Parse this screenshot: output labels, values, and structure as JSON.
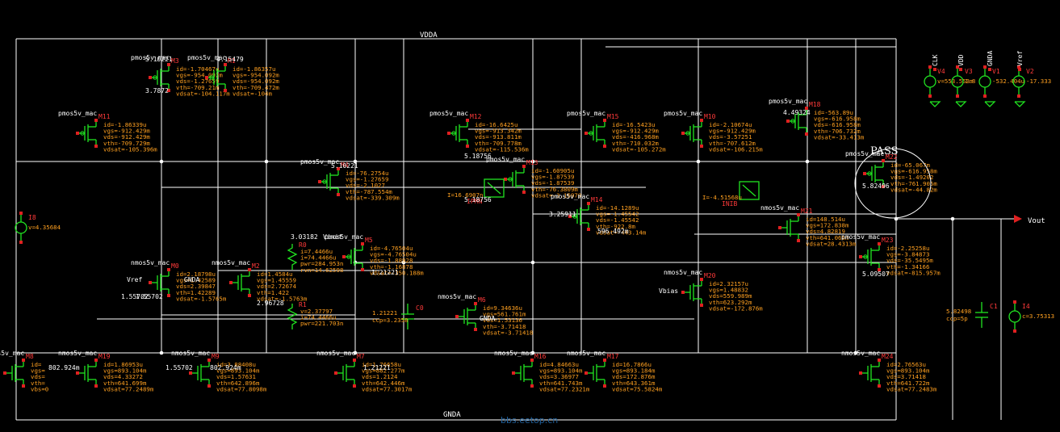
{
  "nets": {
    "supply": "VDDA",
    "ground": "GNDA",
    "output": "Vout",
    "pass_label": "PASS",
    "watermark": "bbs.eetop.cn"
  },
  "transistors": [
    {
      "inst": "M3",
      "model": "pmos5v_mac",
      "ops": [
        "id=-1.70467u",
        "vgs=-954.092m",
        "vds=-1.27659",
        "vth=-709.21m",
        "vdsat=-104.117m"
      ]
    },
    {
      "inst": "M1",
      "model": "pmos5v_mac",
      "ops": [
        "id=-1.86357u",
        "vgs=-954.092m",
        "vds=-954.092m",
        "vth=-709.472m",
        "vdsat=-104m"
      ]
    },
    {
      "inst": "M11",
      "model": "pmos5v_mac",
      "ops": [
        "id=-1.86339u",
        "vgs=-912.429m",
        "vds=-912.429m",
        "vth=-709.729m",
        "vdsat=-105.396m"
      ]
    },
    {
      "inst": "M12",
      "model": "pmos5v_mac",
      "ops": [
        "id=-16.6425u",
        "vgs=-913.342m",
        "vds=-913.811m",
        "vth=-709.778m",
        "vdsat=-115.536m"
      ]
    },
    {
      "inst": "M15",
      "model": "pmos5v_mac",
      "ops": [
        "id=-16.5423u",
        "vgs=-912.429m",
        "vds=-416.968m",
        "vth=-710.032m",
        "vdsat=-105.272m"
      ]
    },
    {
      "inst": "M10",
      "model": "pmos5v_mac",
      "ops": [
        "id=-2.10674u",
        "vgs=-912.429m",
        "vds=-3.57251",
        "vth=-707.612m",
        "vdsat=-106.215m"
      ]
    },
    {
      "inst": "M18",
      "model": "pmos5v_mac",
      "ops": [
        "id=-563.89u",
        "vgs=-616.958m",
        "vds=-616.958m",
        "vth=-706.732m",
        "vdsat=-33.413m"
      ]
    },
    {
      "inst": "M22",
      "model": "pmos5v_mac",
      "ops": [
        "id=-65.067m",
        "vgs=-616.958m",
        "vds=-1.49202",
        "vth=-761.905m",
        "vdsat=-44.82m"
      ]
    },
    {
      "inst": "M4",
      "model": "pmos5v_mac",
      "ops": [
        "id=-76.2754u",
        "vgs=-1.27659",
        "vds=-2.1027",
        "vth=-787.554m",
        "vdsat=-339.309m"
      ]
    },
    {
      "inst": "M13",
      "model": "pmos5v_mac",
      "ops": [
        "id=-1.60905u",
        "vgs=-1.87539",
        "vds=-1.87539",
        "vth=-76.3809m",
        "vdsat=-3.15979"
      ]
    },
    {
      "inst": "M5",
      "model": "pmos5v_mac",
      "ops": [
        "id=-4.76504u",
        "vgs=-4.76504u",
        "vds=-1.88928",
        "vth=-1.16878",
        "vdsat=-350.188m"
      ]
    },
    {
      "inst": "M14",
      "model": "pmos5v_mac",
      "ops": [
        "id=-14.1289u",
        "vgs=-1.45542",
        "vds=-1.45542",
        "vth=-922.8m",
        "vdsat=-443.14m"
      ]
    },
    {
      "inst": "M21",
      "model": "nmos5v_mac",
      "ops": [
        "id=148.514u",
        "vgs=172.838m",
        "vds=4.82819",
        "vth=641.066m",
        "vdsat=28.4313m"
      ]
    },
    {
      "inst": "M23",
      "model": "pmos5v_mac",
      "ops": [
        "id=-2.25258u",
        "vgs=-3.84873",
        "vds=-35.5495m",
        "vth=-1.34166",
        "vdsat=-815.957m"
      ]
    },
    {
      "inst": "M0",
      "model": "nmos5v_mac",
      "ops": [
        "id=2.18798u",
        "vgs=1.42589",
        "vds=2.39847",
        "vth=1.42289",
        "vdsat=-1.5765m"
      ]
    },
    {
      "inst": "M2",
      "model": "nmos5v_mac",
      "ops": [
        "id=1.4584u",
        "vgs=1.45559",
        "vds=2.72674",
        "vth=1.422",
        "vdsat=-1.5763m"
      ]
    },
    {
      "inst": "M6",
      "model": "nmos5v_mac",
      "ops": [
        "id=9.34636u",
        "vgs=561.761m",
        "vds=1.53136",
        "vth=-3.71418",
        "vdsat=-3.71418"
      ]
    },
    {
      "inst": "M20",
      "model": "nmos5v_mac",
      "ops": [
        "id=2.32157u",
        "vgs=1.48832",
        "vds=559.989m",
        "vth=623.292m",
        "vdsat=-172.876m"
      ]
    },
    {
      "inst": "M8",
      "model": "nmos5v_mac",
      "ops": [
        "id=",
        "vgs=",
        "vds=",
        "vth=",
        "vbs=0"
      ]
    },
    {
      "inst": "M19",
      "model": "nmos5v_mac",
      "ops": [
        "id=1.86953u",
        "vgs=893.104m",
        "vds=4.33272",
        "vth=641.699m",
        "vdsat=77.2489m"
      ]
    },
    {
      "inst": "M9",
      "model": "nmos5v_mac",
      "ops": [
        "id=3.88408u",
        "vgs=893.104m",
        "vds=1.57631",
        "vth=642.896m",
        "vdsat=77.8098m"
      ]
    },
    {
      "inst": "M7",
      "model": "nmos5v_mac",
      "ops": [
        "id=1.76658u",
        "vgs=882.277m",
        "vds=1.2124",
        "vth=642.446m",
        "vdsat=77.3017m"
      ]
    },
    {
      "inst": "M16",
      "model": "nmos5v_mac",
      "ops": [
        "id=4.84663u",
        "vgs=893.104m",
        "vds=3.36977",
        "vth=641.743m",
        "vdsat=77.2321m"
      ]
    },
    {
      "inst": "M17",
      "model": "nmos5v_mac",
      "ops": [
        "id=16.7866u",
        "vgs=893.184m",
        "vds=172.876m",
        "vth=643.361m",
        "vdsat=75.5824m"
      ]
    },
    {
      "inst": "M24",
      "model": "nmos5v_mac",
      "ops": [
        "id=2.76563u",
        "vgs=893.104m",
        "vds=3.71418",
        "vth=641.722m",
        "vdsat=77.2483m"
      ]
    }
  ],
  "resistors": [
    {
      "inst": "R0",
      "ops": [
        "i=7.4466u",
        "i=74.4466u",
        "pwr=284.953n",
        "rvn=14.62598"
      ]
    },
    {
      "inst": "R1",
      "ops": [
        "v=2.37797",
        "i=74.4466u",
        "pwr=221.703n"
      ]
    }
  ],
  "capacitors": [
    {
      "inst": "C0",
      "ops": [
        "1.21221",
        "ccp=3.2358"
      ]
    },
    {
      "inst": "C1",
      "ops": [
        "5.82498",
        "ccp=5p"
      ]
    }
  ],
  "current_sources": [
    {
      "inst": "I0",
      "label": "I=16.6907n",
      "net": "IPMN"
    },
    {
      "inst": "I1",
      "label": "I=-4.51568u",
      "net": "INIB"
    }
  ],
  "vsources": [
    {
      "inst": "I8",
      "label": "v=4.35684"
    },
    {
      "inst": "V4",
      "label": "v=553.553m"
    },
    {
      "inst": "V3",
      "label": "1.8"
    },
    {
      "inst": "V1",
      "label": "-532.404u"
    },
    {
      "inst": "V2",
      "label": "-17.333"
    },
    {
      "inst": "I4",
      "label": "c=3.75313"
    }
  ],
  "top_pins": [
    "CLK",
    "VDD",
    "GNDA",
    "Vref"
  ],
  "node_voltages": [
    "5.10221",
    "4.15479",
    "3.7872",
    "5.10221",
    "1.21221",
    "3.03182",
    "1.55702",
    "2.96728",
    "5.82496",
    "5.09507",
    "3.25911",
    "4.49324",
    "596.492m",
    "802.924m",
    "1.55702",
    "802.924m",
    "1.21221",
    "5.18756",
    "5.18756",
    "1.55702"
  ],
  "inline_labels": [
    "Vref",
    "GNDA",
    "Vbias",
    "Vinit",
    "GNDA"
  ]
}
